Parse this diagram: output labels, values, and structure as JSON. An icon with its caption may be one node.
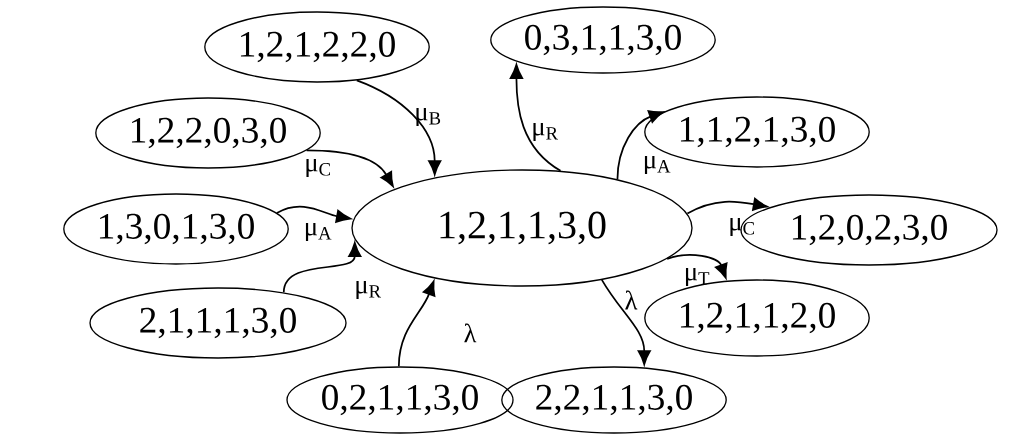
{
  "diagram": {
    "nodes": [
      {
        "text": [
          "1,2,1,1,3,0"
        ]
      },
      {
        "text": [
          "1,2,1,2,2,0"
        ]
      },
      {
        "text": [
          "0,3,1,1,3,0"
        ]
      },
      {
        "text": [
          "1,2,2,0,3,0"
        ]
      },
      {
        "text": [
          "1,1,2,1,3,0"
        ]
      },
      {
        "text": [
          "1,3,0,1,3,0"
        ]
      },
      {
        "text": [
          "1,2,0,2,3,0"
        ]
      },
      {
        "text": [
          "2,1,1,1,3,0"
        ]
      },
      {
        "text": [
          "1,2,1,1,2,0"
        ]
      },
      {
        "text": [
          "0,2,1,1,3,0"
        ]
      },
      {
        "text": [
          "2,2,1,1,3,0"
        ]
      }
    ],
    "edges": [
      {
        "from": 1,
        "to": 0,
        "arrow": "to",
        "label": "μ$_{B}$"
      },
      {
        "from": 3,
        "to": 0,
        "arrow": "to",
        "label": "μ$_{C}$"
      },
      {
        "from": 5,
        "to": 0,
        "arrow": "to",
        "label": "μ$_{A}$"
      },
      {
        "from": 7,
        "to": 0,
        "arrow": "to",
        "label": "μ$_{R}$"
      },
      {
        "from": 9,
        "to": 0,
        "arrow": "to",
        "label": "λ"
      },
      {
        "from": 0,
        "to": 2,
        "arrow": "to",
        "label": "μ$_{R}$"
      },
      {
        "from": 0,
        "to": 4,
        "arrow": "to",
        "label": "μ$_{A}$"
      },
      {
        "from": 0,
        "to": 6,
        "arrow": "to",
        "label": "μ$_{C}$"
      },
      {
        "from": 0,
        "to": 8,
        "arrow": "to",
        "label": "μ$_{T}$"
      },
      {
        "from": 0,
        "to": 10,
        "arrow": "to",
        "label": "λ"
      }
    ]
  }
}
